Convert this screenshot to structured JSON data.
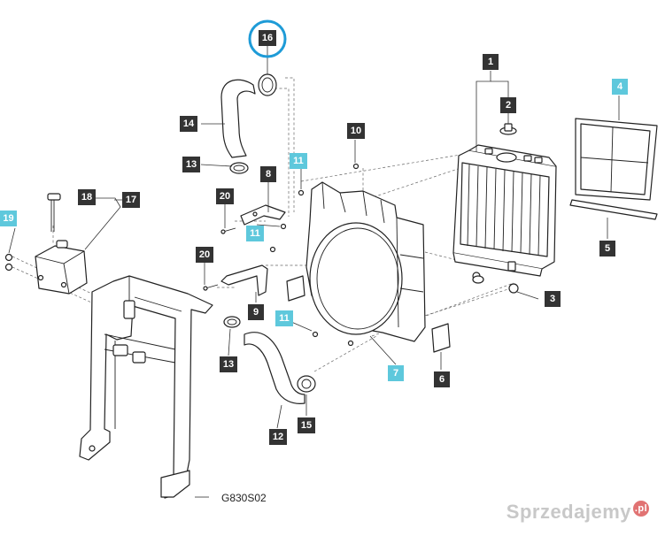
{
  "labels": {
    "l1": "1",
    "l2": "2",
    "l3": "3",
    "l4": "4",
    "l5": "5",
    "l6": "6",
    "l7": "7",
    "l8": "8",
    "l9": "9",
    "l10": "10",
    "l11a": "11",
    "l11b": "11",
    "l11c": "11",
    "l12": "12",
    "l13a": "13",
    "l13b": "13",
    "l14": "14",
    "l15": "15",
    "l16": "16",
    "l17": "17",
    "l18": "18",
    "l19": "19",
    "l20a": "20",
    "l20b": "20"
  },
  "drawing_code": "G830S02",
  "watermark": {
    "text": "Sprzedajemy",
    "badge": ".pl"
  },
  "colors": {
    "label_dark": "#333333",
    "label_cyan": "#5ec8dc",
    "highlight_ring": "#1e9bd7"
  }
}
